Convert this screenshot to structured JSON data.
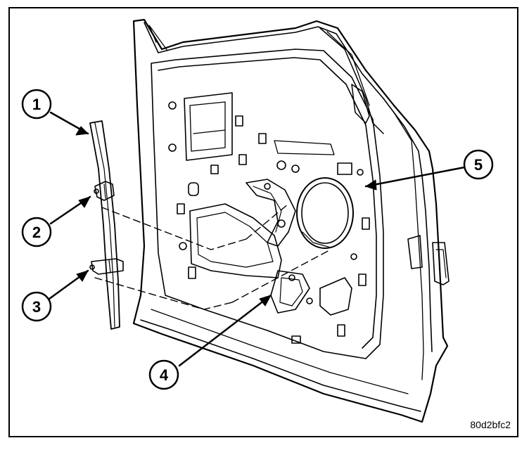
{
  "diagram": {
    "callouts": [
      {
        "id": "callout-1",
        "label": "1"
      },
      {
        "id": "callout-2",
        "label": "2"
      },
      {
        "id": "callout-3",
        "label": "3"
      },
      {
        "id": "callout-4",
        "label": "4"
      },
      {
        "id": "callout-5",
        "label": "5"
      }
    ],
    "figure_code": "80d2bfc2"
  }
}
